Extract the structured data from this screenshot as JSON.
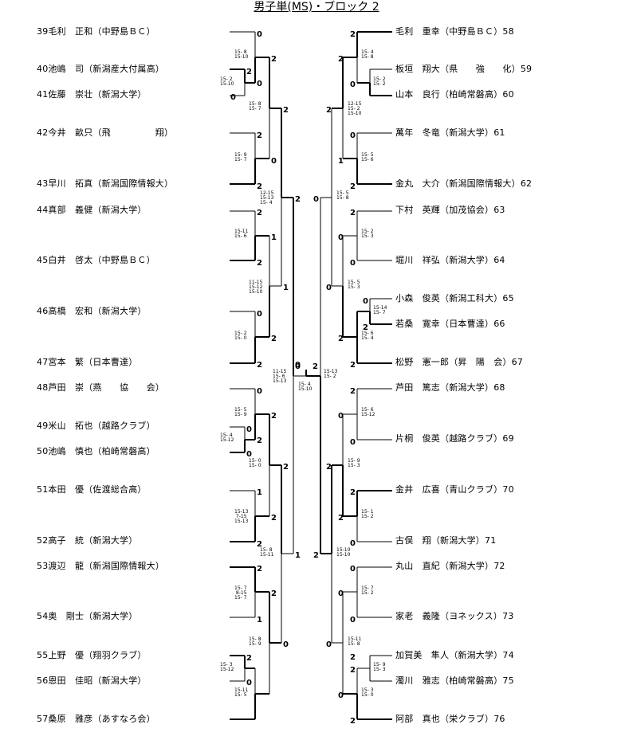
{
  "title": "男子単(MS)・ブロック 2",
  "left_players": [
    {
      "no": "39",
      "name": "毛利　正和",
      "club": "（中野島ＢＣ）"
    },
    {
      "no": "40",
      "name": "池嶋　司",
      "club": "（新潟産大付属高）"
    },
    {
      "no": "41",
      "name": "佐藤　崇壮",
      "club": "（新潟大学）"
    },
    {
      "no": "42",
      "name": "今井　畝只",
      "club": "（飛　　　　　翔）"
    },
    {
      "no": "43",
      "name": "早川　拓真",
      "club": "（新潟国際情報大）"
    },
    {
      "no": "44",
      "name": "真部　義健",
      "club": "（新潟大学）"
    },
    {
      "no": "45",
      "name": "白井　啓太",
      "club": "（中野島ＢＣ）"
    },
    {
      "no": "46",
      "name": "高橋　宏和",
      "club": "（新潟大学）"
    },
    {
      "no": "47",
      "name": "宮本　繁",
      "club": "（日本曹達）"
    },
    {
      "no": "48",
      "name": "芦田　崇",
      "club": "（燕　　協　　会）"
    },
    {
      "no": "49",
      "name": "米山　拓也",
      "club": "（越路クラブ）"
    },
    {
      "no": "50",
      "name": "池嶋　慎也",
      "club": "（柏崎常磐高）"
    },
    {
      "no": "51",
      "name": "本田　優",
      "club": "（佐渡総合高）"
    },
    {
      "no": "52",
      "name": "高子　統",
      "club": "（新潟大学）"
    },
    {
      "no": "53",
      "name": "渡辺　龍",
      "club": "（新潟国際情報大）"
    },
    {
      "no": "54",
      "name": "奥　剛士",
      "club": "（新潟大学）"
    },
    {
      "no": "55",
      "name": "上野　優",
      "club": "（翔羽クラブ）"
    },
    {
      "no": "56",
      "name": "恩田　佳昭",
      "club": "（新潟大学）"
    },
    {
      "no": "57",
      "name": "桑原　雅彦",
      "club": "（あすなろ会）"
    }
  ],
  "right_players": [
    {
      "no": "58",
      "name": "毛利　重幸",
      "club": "（中野島ＢＣ）"
    },
    {
      "no": "59",
      "name": "板垣　翔大",
      "club": "（県　　強　　化）"
    },
    {
      "no": "60",
      "name": "山本　良行",
      "club": "（柏崎常磐高）"
    },
    {
      "no": "61",
      "name": "萬年　冬竜",
      "club": "（新潟大学）"
    },
    {
      "no": "62",
      "name": "金丸　大介",
      "club": "（新潟国際情報大）"
    },
    {
      "no": "63",
      "name": "下村　英輝",
      "club": "（加茂協会）"
    },
    {
      "no": "64",
      "name": "堀川　祥弘",
      "club": "（新潟大学）"
    },
    {
      "no": "65",
      "name": "小森　俊英",
      "club": "（新潟工科大）"
    },
    {
      "no": "66",
      "name": "若桑　寛幸",
      "club": "（日本曹達）"
    },
    {
      "no": "67",
      "name": "松野　憲一郎",
      "club": "（昇　陽　会）"
    },
    {
      "no": "68",
      "name": "芦田　篤志",
      "club": "（新潟大学）"
    },
    {
      "no": "69",
      "name": "片桐　俊英",
      "club": "（越路クラブ）"
    },
    {
      "no": "70",
      "name": "金井　広喜",
      "club": "（青山クラブ）"
    },
    {
      "no": "71",
      "name": "古俣　翔",
      "club": "（新潟大学）"
    },
    {
      "no": "72",
      "name": "丸山　直紀",
      "club": "（新潟大学）"
    },
    {
      "no": "73",
      "name": "家老　義隆",
      "club": "（ヨネックス）"
    },
    {
      "no": "74",
      "name": "加賀美　隼人",
      "club": "（新潟大学）"
    },
    {
      "no": "75",
      "name": "濁川　雅志",
      "club": "（柏崎常磐高）"
    },
    {
      "no": "76",
      "name": "阿部　真也",
      "club": "（栄クラブ）"
    }
  ],
  "left_scores": [
    "0",
    "2",
    "2",
    "0",
    "0",
    "2",
    "2",
    "2",
    "0",
    "2",
    "1",
    "2",
    "2",
    "1",
    "0",
    "2",
    "0",
    "2",
    "0",
    "2",
    "2",
    "2",
    "1",
    "1",
    "2",
    "0",
    "0",
    "2",
    "2",
    "2",
    "1",
    "0",
    "2",
    "0"
  ],
  "right_scores": [
    "2",
    "2",
    "0",
    "2",
    "0",
    "1",
    "2",
    "0",
    "2",
    "0",
    "0",
    "0",
    "2",
    "0",
    "2",
    "2",
    "2",
    "2",
    "0",
    "0",
    "0",
    "2",
    "2",
    "0",
    "2",
    "0",
    "0",
    "2",
    "2",
    "0",
    "0",
    "2"
  ],
  "final_scores": [
    "0",
    "2"
  ],
  "left_games": [
    "15- 8\n15-10",
    "15- 2\n15-10",
    "15- 8\n15- 7",
    "15- 9\n15- 7",
    "12-15\n15-13\n15- 4",
    "15-11\n15- 6",
    "11-15\n15-12\n15-10",
    "15- 2\n15- 0",
    "11-15\n15- 6\n15-13",
    "15- 5\n15- 9",
    "15- 4\n15-12",
    "15- 0\n15- 0",
    "15-13\n 7-15\n15-13",
    "15- 8\n15-11",
    "15- 7\n 8-15\n15- 7",
    "15- 8\n15- 9",
    "15- 3\n15-12",
    "15-11\n15- 5"
  ],
  "right_games": [
    "15- 4\n15- 8",
    "15- 2\n15- 2",
    "12-15\n15- 2\n15-10",
    "15- 5\n15- 6",
    "15- 5\n15- 8",
    "15- 2\n15- 3",
    "15- 5\n15- 3",
    "15-14\n15- 7",
    "15- 6\n15- 4",
    "15-13\n15- 2",
    "15- 4\n15-10",
    "15- 6\n15-12",
    "15- 9\n15- 3",
    "15- 1\n15- 2",
    "15-10\n15-10",
    "15- 7\n15- 2",
    "15-11\n15- 8",
    "15- 9\n15- 3",
    "15- 3\n15- 0"
  ]
}
